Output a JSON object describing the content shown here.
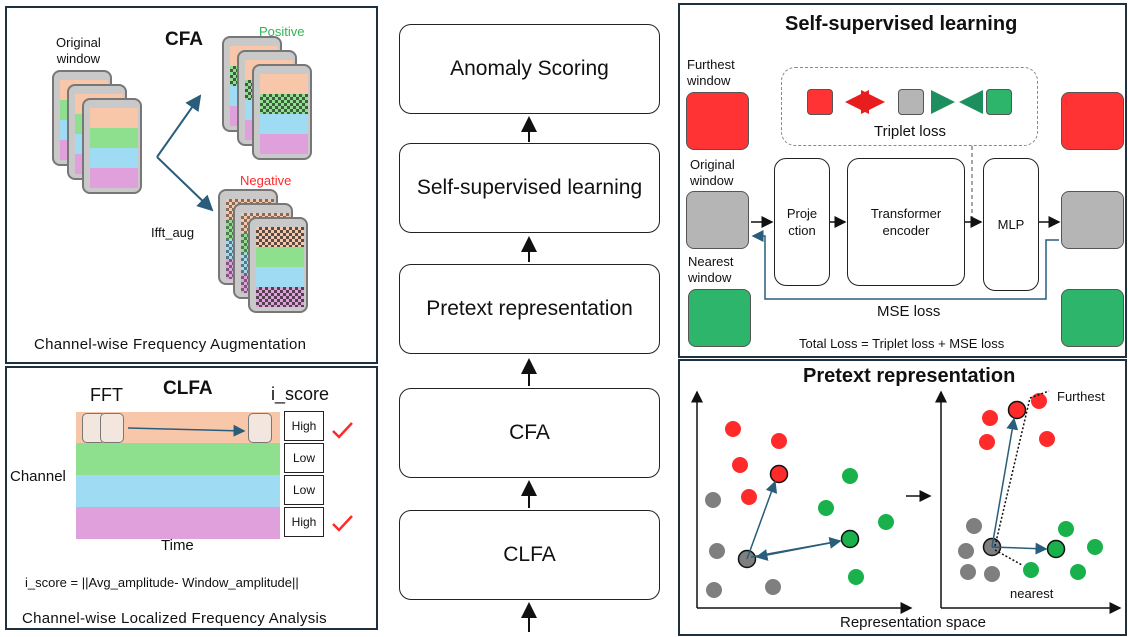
{
  "cfa": {
    "title": "CFA",
    "original_label": "Original\nwindow",
    "positive_label": "Positive",
    "negative_label": "Negative",
    "ifft_label": "Ifft_aug",
    "caption": "Channel-wise Frequency Augmentation"
  },
  "clfa": {
    "title": "CLFA",
    "fft_label": "FFT",
    "iscore_label": "i_score",
    "channel_label": "Channel",
    "time_label": "Time",
    "scores": [
      "High",
      "Low",
      "Low",
      "High"
    ],
    "formula": "i_score = ||Avg_amplitude- Window_amplitude||",
    "caption": "Channel-wise Localized Frequency Analysis"
  },
  "flow": {
    "steps": [
      "Anomaly Scoring",
      "Self-supervised learning",
      "Pretext representation",
      "CFA",
      "CLFA"
    ]
  },
  "ssl": {
    "title": "Self-supervised learning",
    "furthest_label": "Furthest\nwindow",
    "original_label": "Original\nwindow",
    "nearest_label": "Nearest\nwindow",
    "triplet_label": "Triplet loss",
    "projection_label": "Proje\nction",
    "transformer_label": "Transformer\nencoder",
    "mlp_label": "MLP",
    "mse_label": "MSE loss",
    "total_loss": "Total Loss = Triplet loss + MSE loss"
  },
  "pretext": {
    "title": "Pretext representation",
    "furthest_label": "Furthest",
    "nearest_label": "nearest",
    "xlabel": "Representation space"
  },
  "colors": {
    "peach": "#f8c6a8",
    "green": "#8ee08e",
    "blue": "#9fdcf4",
    "pink": "#e0a0dc",
    "red": "#ff2a2a",
    "green_dot": "#19b14b",
    "gray_dot": "#7f7f7f",
    "arrow_blue": "#2a5d7c"
  }
}
